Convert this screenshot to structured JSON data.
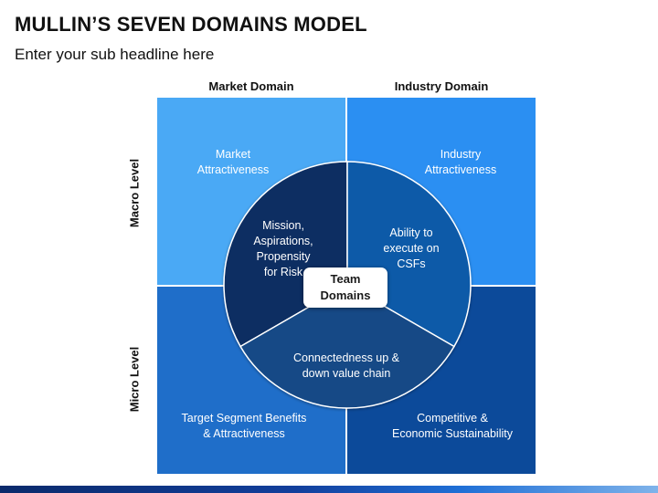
{
  "header": {
    "title": "MULLIN’S SEVEN DOMAINS MODEL",
    "subtitle": "Enter your sub headline here"
  },
  "columns": {
    "market": "Market Domain",
    "industry": "Industry Domain"
  },
  "rows": {
    "macro": "Macro Level",
    "micro": "Micro Level"
  },
  "quadrants": {
    "market_macro": {
      "label": "Market\nAttractiveness",
      "color": "#4aa9f5"
    },
    "industry_macro": {
      "label": "Industry\nAttractiveness",
      "color": "#2b8ff2"
    },
    "market_micro": {
      "label": "Target Segment Benefits\n& Attractiveness",
      "color": "#1f6ec9"
    },
    "industry_micro": {
      "label": "Competitive &\nEconomic Sustainability",
      "color": "#0c4a9a"
    }
  },
  "circle": {
    "left_segment": {
      "label": "Mission,\nAspirations,\nPropensity\nfor Risk",
      "color": "#0d2f62"
    },
    "right_segment": {
      "label": "Ability to\nexecute on\nCSFs",
      "color": "#0f5aa8"
    },
    "bottom_segment": {
      "label": "Connectedness up &\ndown value chain",
      "color": "#164a86"
    },
    "center": {
      "label": "Team\nDomains"
    }
  }
}
